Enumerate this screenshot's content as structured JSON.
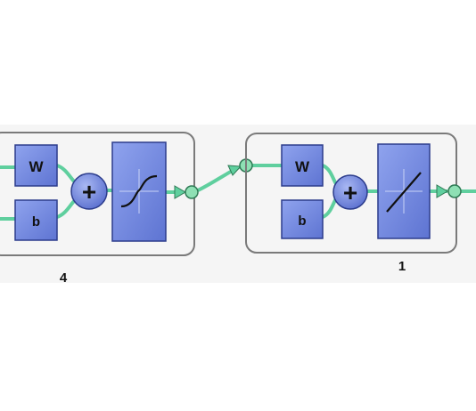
{
  "colors": {
    "background": "#ffffff",
    "band": "#f5f5f5",
    "layer_fill": "#f1f1f1",
    "layer_border": "#7a7a7a",
    "block_fill": "#6f86e0",
    "block_border": "#2c3c8c",
    "connection": "#5fcf9e",
    "node_fill": "#8ee0b4",
    "node_border": "#2f7a55",
    "text": "#111111"
  },
  "layers": [
    {
      "weight_label": "W",
      "bias_label": "b",
      "sum_symbol": "+",
      "transfer": "sigmoid",
      "size_label": "4"
    },
    {
      "weight_label": "W",
      "bias_label": "b",
      "sum_symbol": "+",
      "transfer": "linear",
      "size_label": "1"
    }
  ]
}
